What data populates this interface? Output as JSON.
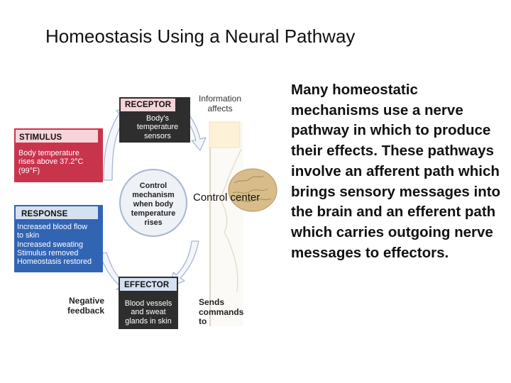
{
  "title": "Homeostasis Using a Neural Pathway",
  "body_text": "Many homeostatic mechanisms use a nerve pathway in which to produce their effects. These pathways involve an afferent path which brings sensory messages into the brain and an efferent path which carries outgoing nerve messages to effectors.",
  "diagram": {
    "receptor": {
      "heading": "RECEPTOR",
      "lines": [
        "Body's",
        "temperature",
        "sensors"
      ]
    },
    "stimulus": {
      "heading": "STIMULUS",
      "lines": [
        "Body temperature",
        "rises above 37.2°C",
        "(99°F)"
      ]
    },
    "response": {
      "heading": "RESPONSE",
      "lines": [
        "Increased blood flow",
        "to skin",
        "Increased sweating",
        "Stimulus removed",
        "Homeostasis restored"
      ]
    },
    "effector": {
      "heading": "EFFECTOR",
      "lines": [
        "Blood vessels",
        "and sweat",
        "glands in skin"
      ]
    },
    "control": {
      "lines": [
        "Control",
        "mechanism",
        "when body",
        "temperature",
        "rises"
      ]
    },
    "info_affects": [
      "Information",
      "affects"
    ],
    "sends_commands": [
      "Sends",
      "commands",
      "to"
    ],
    "negative_feedback": [
      "Negative",
      "feedback"
    ],
    "control_center_label": "Control center"
  },
  "colors": {
    "box_dark": "#2e2e2e",
    "box_pink": "#c9344d",
    "box_blue": "#3264b4",
    "header_pink": "#f6d4da",
    "header_blue": "#d5e1f1",
    "arrow_outline": "#a7b7cf",
    "brain": "#d8bd8a"
  }
}
